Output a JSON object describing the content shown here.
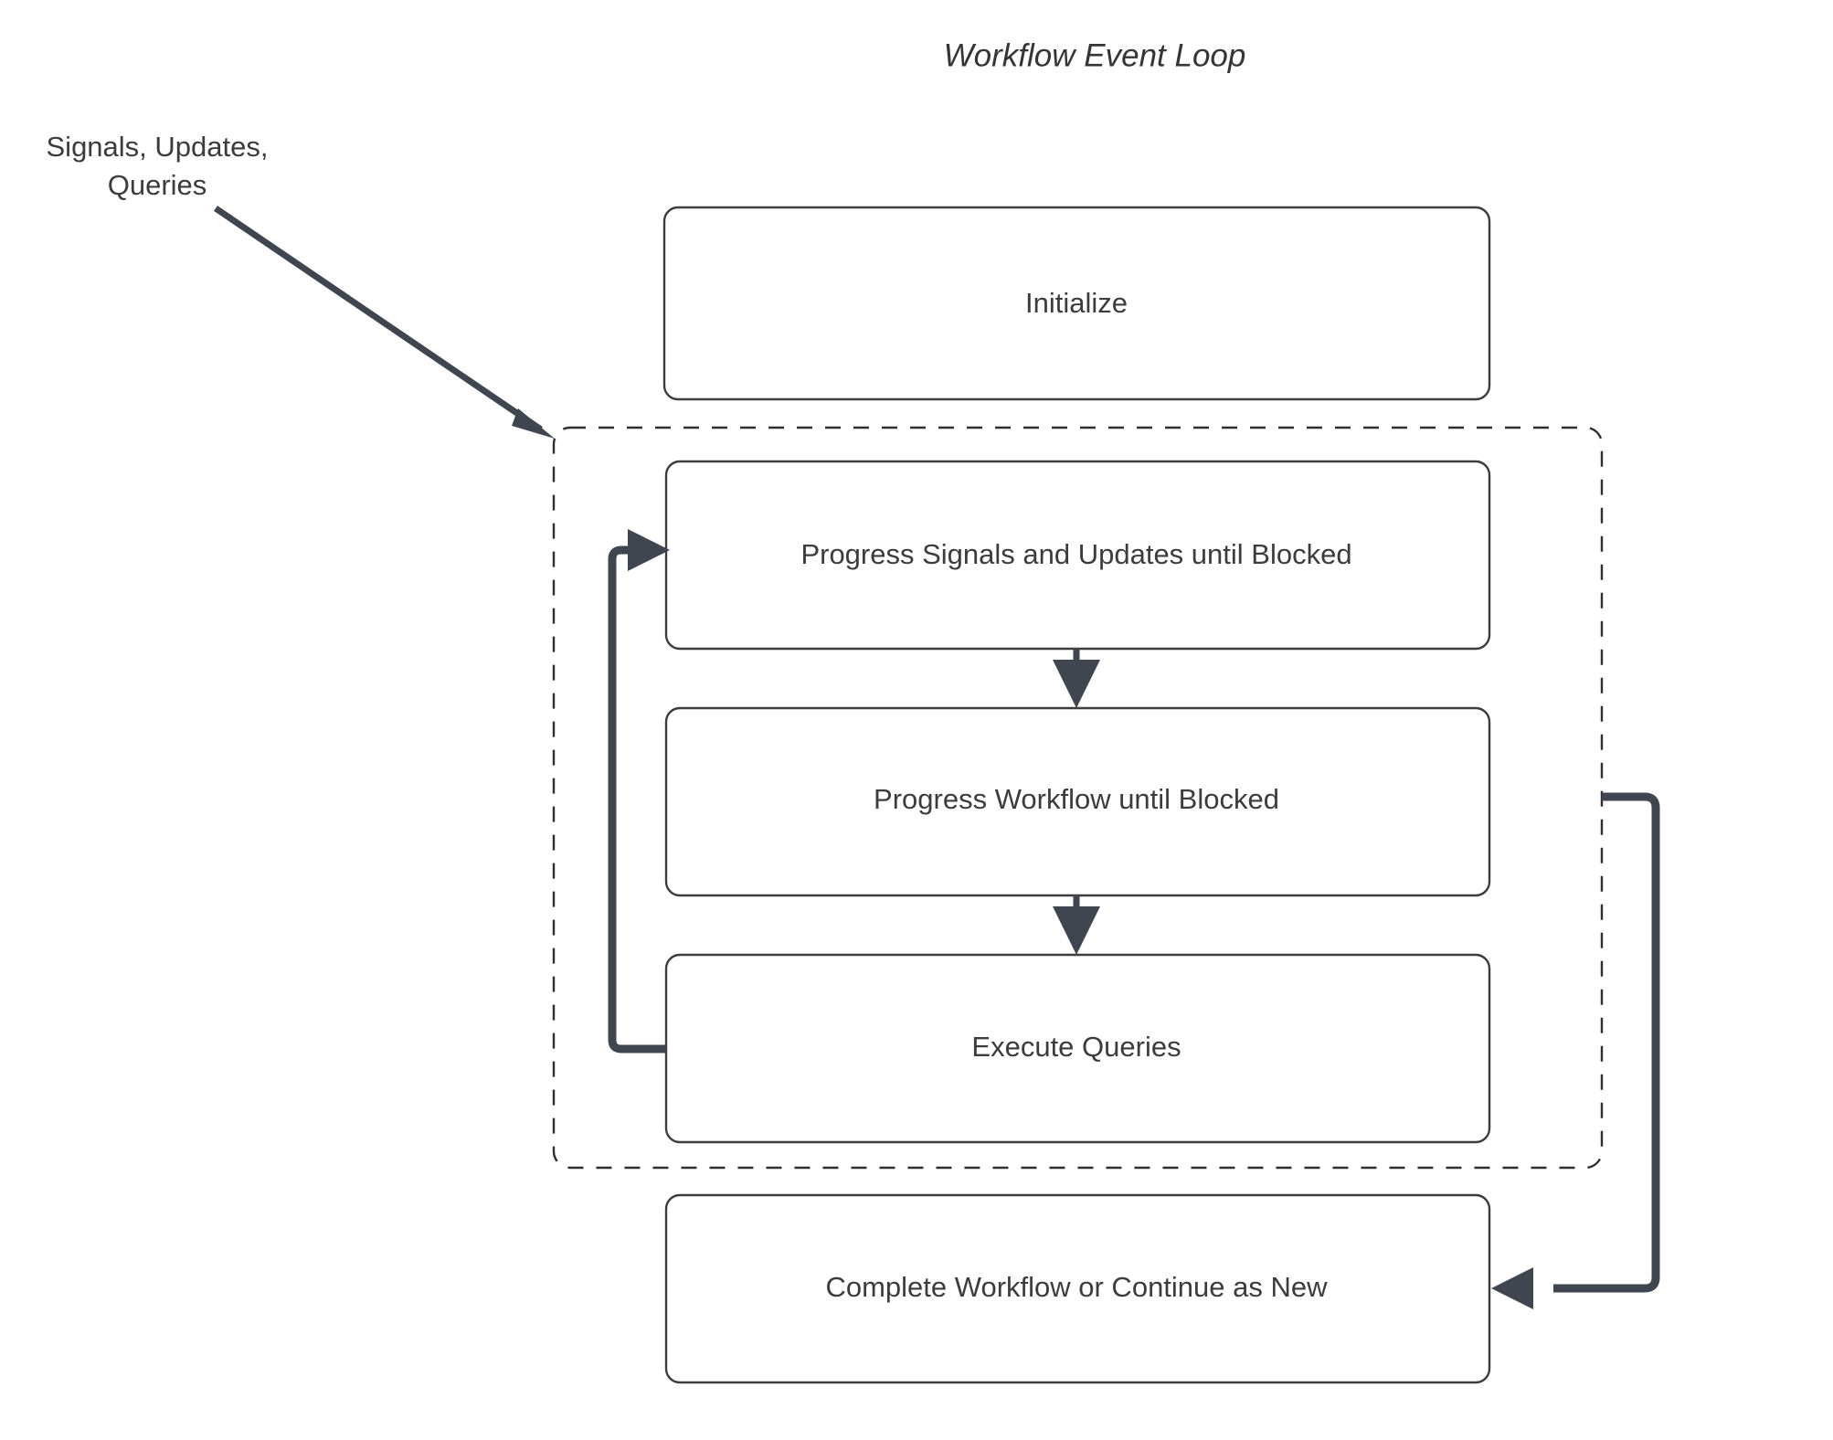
{
  "diagram": {
    "title": "Workflow Event Loop",
    "type": "flowchart",
    "background_color": "#ffffff",
    "node_fill": "#ffffff",
    "node_stroke": "#3d3d3d",
    "edge_color": "#3f4650",
    "text_color": "#3c3c3c",
    "nodes": [
      {
        "id": "initialize",
        "label": "Initialize",
        "shape": "rounded-rect"
      },
      {
        "id": "progress-signals",
        "label": "Progress Signals and Updates until Blocked",
        "shape": "rounded-rect"
      },
      {
        "id": "progress-workflow",
        "label": "Progress Workflow until Blocked",
        "shape": "rounded-rect"
      },
      {
        "id": "execute-queries",
        "label": "Execute Queries",
        "shape": "rounded-rect"
      },
      {
        "id": "complete-workflow",
        "label": "Complete Workflow or Continue as New",
        "shape": "rounded-rect"
      }
    ],
    "group": {
      "id": "event-loop-group",
      "label": "",
      "style": "dashed"
    },
    "edge_labels": {
      "external_input_line1": "Signals, Updates,",
      "external_input_line2": "Queries"
    },
    "edges": [
      {
        "from": "external-input",
        "to": "event-loop-group",
        "style": "solid-arrow"
      },
      {
        "from": "progress-signals",
        "to": "progress-workflow",
        "style": "solid-arrow"
      },
      {
        "from": "progress-workflow",
        "to": "execute-queries",
        "style": "solid-arrow"
      },
      {
        "from": "execute-queries",
        "to": "progress-signals",
        "style": "loop-back-arrow"
      },
      {
        "from": "event-loop-group",
        "to": "complete-workflow",
        "style": "loop-right-arrow"
      }
    ]
  }
}
